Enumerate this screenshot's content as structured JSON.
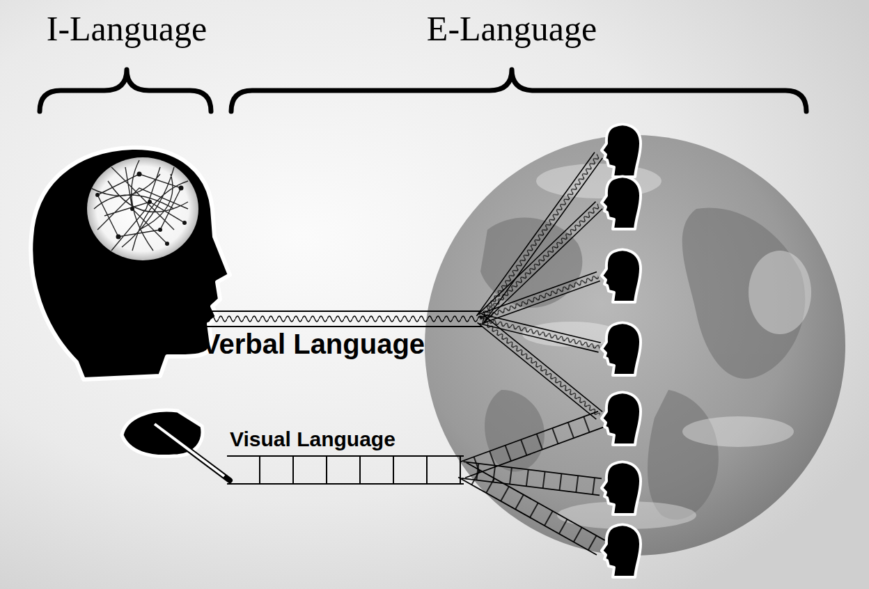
{
  "diagram": {
    "labels": [
      "I-Language",
      "E-Language",
      "Verbal Language",
      "Visual Language"
    ]
  }
}
